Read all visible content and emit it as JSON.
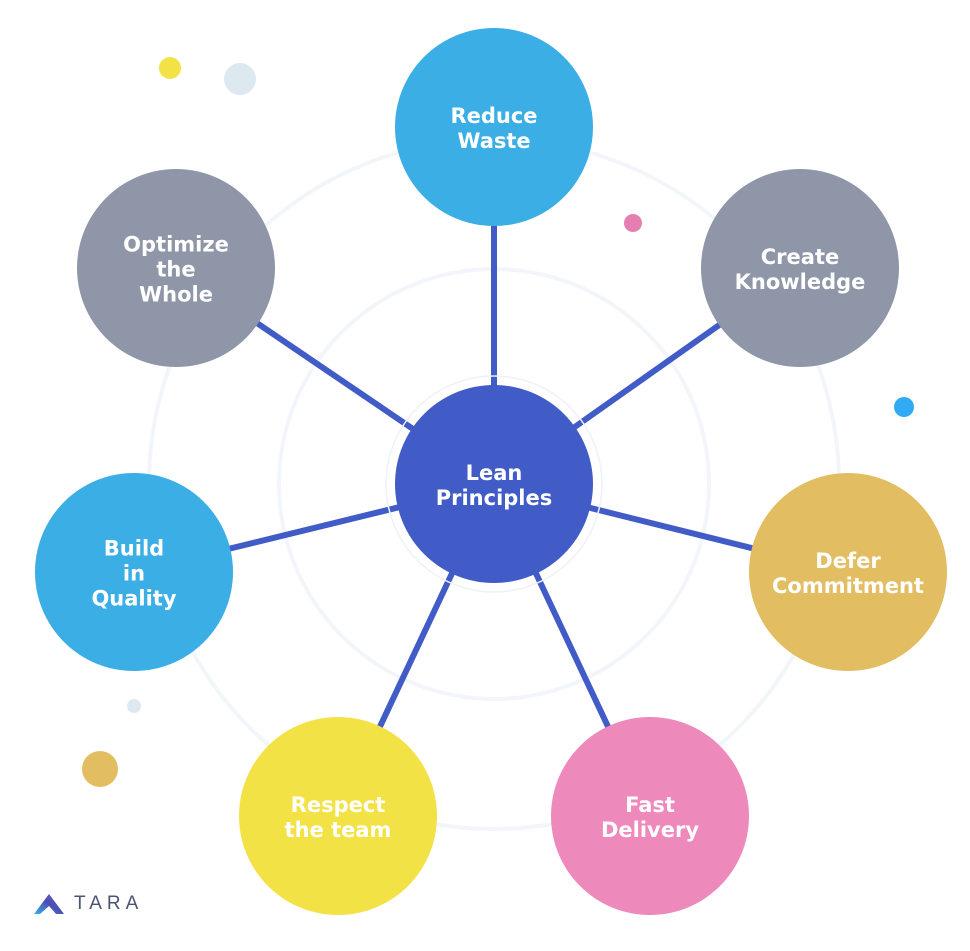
{
  "center": {
    "lines": [
      "Lean",
      "Principles"
    ],
    "color": "#425cc7"
  },
  "connector_color": "#425cc7",
  "nodes": [
    {
      "id": "reduce-waste",
      "lines": [
        "Reduce",
        "Waste"
      ],
      "color": "#3aaee5"
    },
    {
      "id": "create-knowledge",
      "lines": [
        "Create",
        "Knowledge"
      ],
      "color": "#8e96a8"
    },
    {
      "id": "defer-commitment",
      "lines": [
        "Defer",
        "Commitment"
      ],
      "color": "#e2bd62"
    },
    {
      "id": "fast-delivery",
      "lines": [
        "Fast",
        "Delivery"
      ],
      "color": "#ee89bb"
    },
    {
      "id": "respect-the-team",
      "lines": [
        "Respect",
        "the team"
      ],
      "color": "#f3e245"
    },
    {
      "id": "build-in-quality",
      "lines": [
        "Build",
        "in",
        "Quality"
      ],
      "color": "#3aaee5"
    },
    {
      "id": "optimize-the-whole",
      "lines": [
        "Optimize",
        "the",
        "Whole"
      ],
      "color": "#8e96a8"
    }
  ],
  "logo": {
    "text": "TARA"
  }
}
